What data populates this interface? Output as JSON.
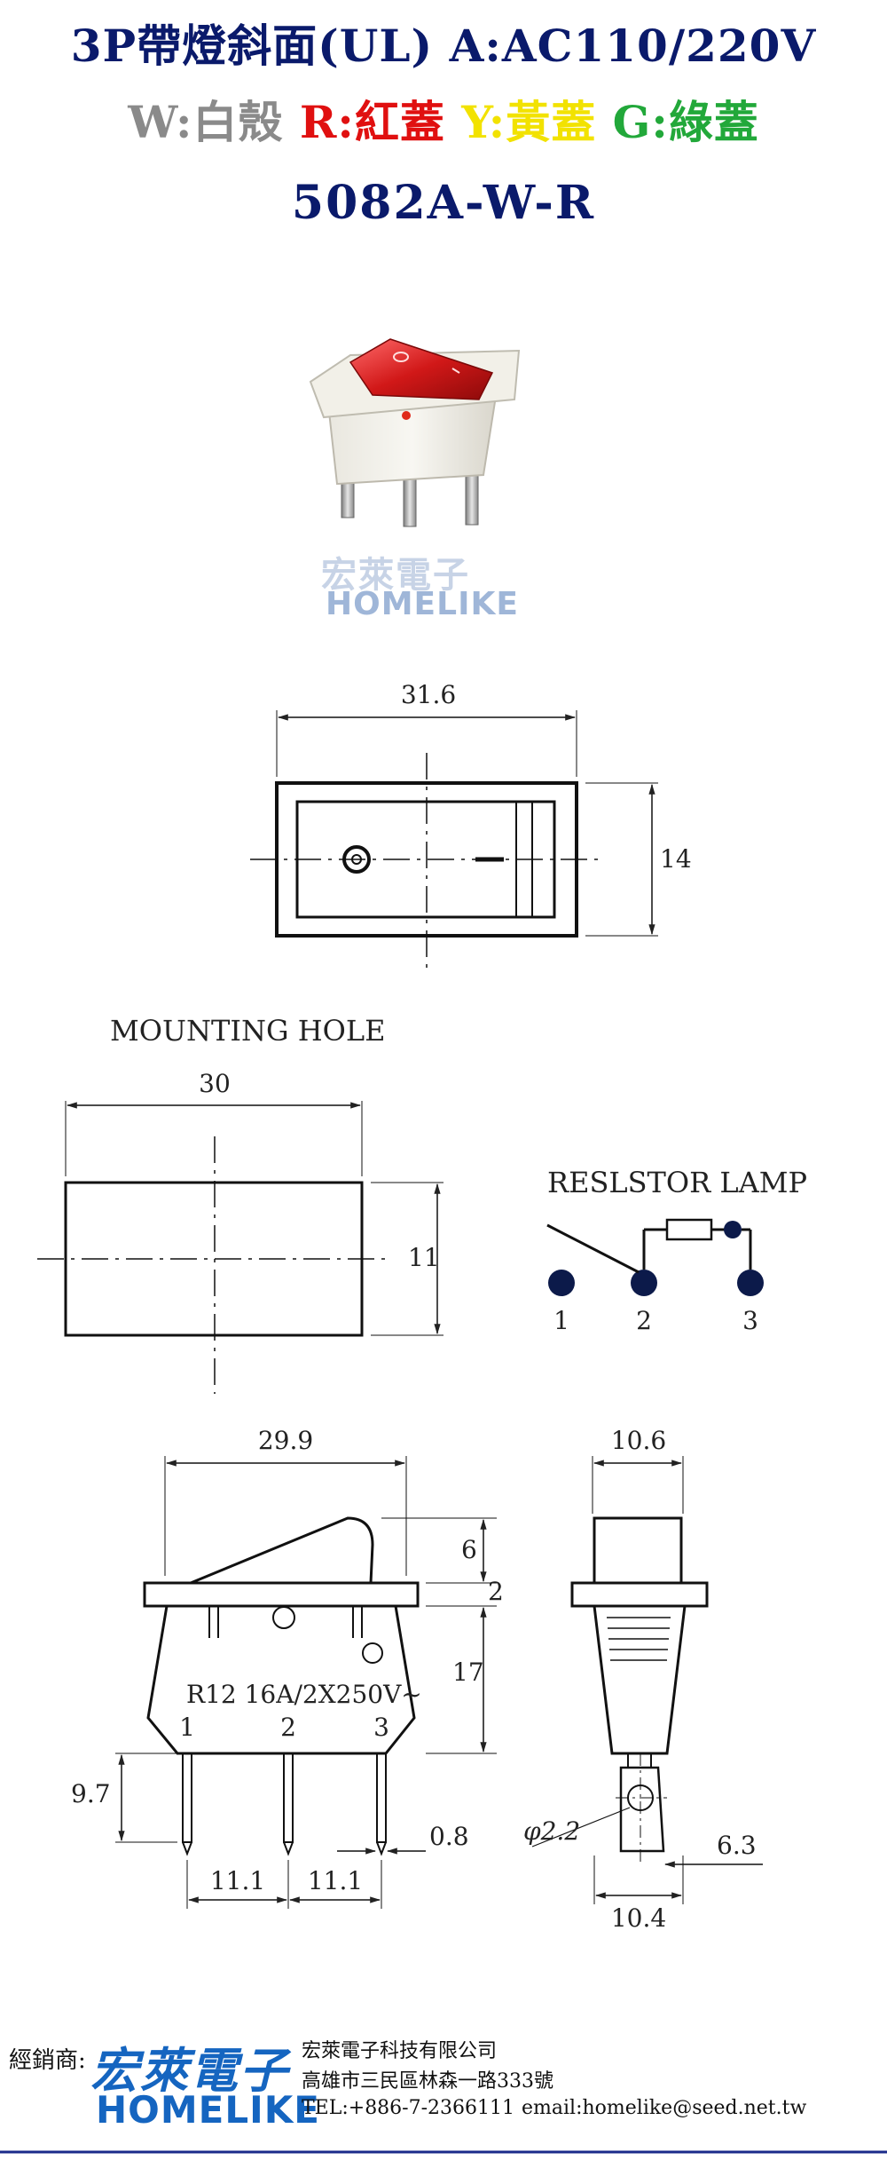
{
  "header": {
    "line1": "3P帶燈斜面(UL) A:AC110/220V",
    "line2": [
      {
        "text": "W:白殼 ",
        "color": "#8a8a8a"
      },
      {
        "text": "R:紅蓋 ",
        "color": "#e01010"
      },
      {
        "text": "Y:黃蓋 ",
        "color": "#f2e200"
      },
      {
        "text": "G:綠蓋",
        "color": "#22a83a"
      }
    ],
    "model": "5082A-W-R"
  },
  "watermark": {
    "cn": "宏萊電子",
    "en": "HOMELIKE"
  },
  "top_view": {
    "width_label": "31.6",
    "height_label": "14"
  },
  "mounting_hole": {
    "title": "MOUNTING HOLE",
    "width_label": "30",
    "height_label": "11"
  },
  "schematic": {
    "title": "RESLSTOR LAMP",
    "pins": [
      "1",
      "2",
      "3"
    ]
  },
  "side_view": {
    "width_label": "29.9",
    "rating_text": "R12  16A/2X250V~",
    "pins": [
      "1",
      "2",
      "3"
    ],
    "dims": {
      "rocker_height": "6",
      "flange": "2",
      "body_height": "17",
      "pin_length": "9.7",
      "pin_thickness": "0.8",
      "pitch_a": "11.1",
      "pitch_b": "11.1"
    }
  },
  "end_view": {
    "width_label": "10.6",
    "hole_dia": "φ2.2",
    "pin_width": "10.4",
    "pin_offset": "6.3"
  },
  "footer": {
    "distributor_label": "經銷商:",
    "brand_cn": "宏萊電子",
    "brand_en": "HOMELIKE",
    "company": "宏萊電子科技有限公司",
    "address": "高雄市三民區林森一路333號",
    "tel": "TEL:+886-7-2366111",
    "email": "email:homelike@seed.net.tw",
    "rule_color": "#1a2a8a"
  }
}
